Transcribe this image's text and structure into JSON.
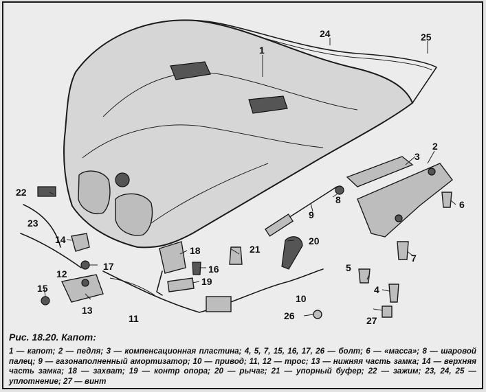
{
  "figure": {
    "title": "Рис. 18.20. Капот:",
    "legend": "1 — капот; 2 — педля; 3 — компенсационная пластина; 4, 5, 7, 15, 16, 17, 26 — болт; 6 — «масса»; 8 — шаровой палец; 9 — газонаполненный амортизатор; 10 — привод; 11, 12 — трос; 13 — нижняя часть замка; 14 — верхняя часть замка; 18 — захват; 19 — контр опора; 20 — рычаг; 21 — упорный буфер; 22 — зажим; 23, 24, 25 — уплотнение; 27 — винт"
  },
  "callouts": {
    "c1": "1",
    "c2": "2",
    "c3": "3",
    "c4": "4",
    "c5": "5",
    "c6": "6",
    "c7": "7",
    "c8": "8",
    "c9": "9",
    "c10": "10",
    "c11": "11",
    "c12": "12",
    "c13": "13",
    "c14": "14",
    "c15": "15",
    "c16": "16",
    "c17": "17",
    "c18": "18",
    "c19": "19",
    "c20": "20",
    "c21": "21",
    "c22": "22",
    "c23": "23",
    "c24": "24",
    "c25": "25",
    "c26": "26",
    "c27": "27"
  }
}
